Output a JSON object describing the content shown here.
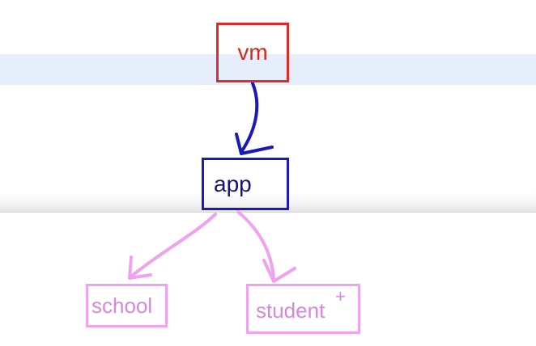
{
  "diagram": {
    "nodes": {
      "vm": {
        "label": "vm",
        "color": "#e02a2a"
      },
      "app": {
        "label": "app",
        "color": "#1a1ab8"
      },
      "school": {
        "label": "school",
        "color": "#f0a2f0"
      },
      "student": {
        "label": "student",
        "color": "#f0a2f0"
      }
    },
    "edges": [
      {
        "from": "vm",
        "to": "app",
        "color": "#1a1ab8"
      },
      {
        "from": "app",
        "to": "school",
        "color": "#f0a2f0"
      },
      {
        "from": "app",
        "to": "student",
        "color": "#f0a2f0"
      }
    ],
    "cursor_icon": "plus-cursor-icon"
  }
}
